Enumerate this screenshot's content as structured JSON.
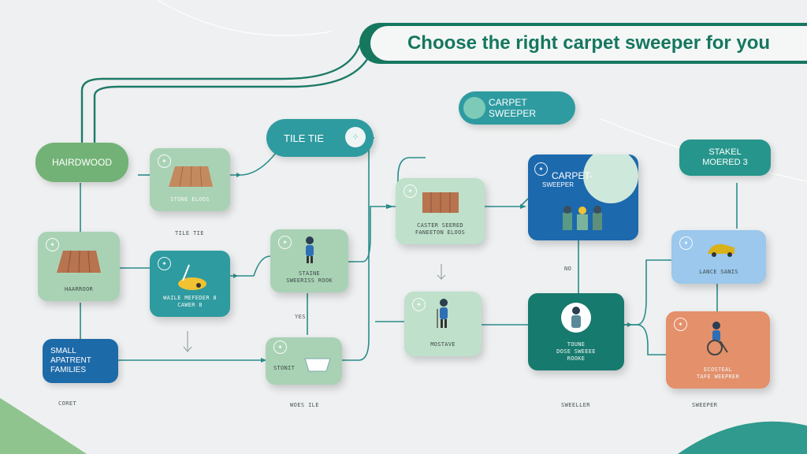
{
  "title": "Choose the right carpet sweeper for you",
  "pills": {
    "hardwood": "HAIRDWOOD",
    "tile": "TILE TIE",
    "carpet_line1": "CARPET",
    "carpet_line2": "SWEEPER",
    "stakel_line1": "STAKEL",
    "stakel_line2": "MOERED 3",
    "small_line1": "SMALL",
    "small_line2": "APATRENT",
    "small_line3": "FAMILIES"
  },
  "nodes": {
    "n1": "STONE ELOOS",
    "n2": "HAARROOR",
    "n3_line1": "WAILE MEFEDER 8",
    "n3_line2": "CAWER 8",
    "n4_line1": "STAINE",
    "n4_line2": "SWEERISS ROOK",
    "n5": "STONIT",
    "n6_line1": "CASTER SEERED",
    "n6_line2": "FANEETON ELOOS",
    "n7": "MOSTAVE",
    "n8_line1": "CARPET-",
    "n8_line2": "SWEEPER",
    "n9_line1": "TOUNE",
    "n9_line2": "DOSE SWEEEE",
    "n9_line3": "ROOKE",
    "n10": "LANCE SANIS",
    "n11_line1": "ECOSTEAL",
    "n11_line2": "TAFE WEEPRER"
  },
  "labels": {
    "l1": "TILE TIE",
    "l2": "YES",
    "l3": "NO",
    "b1": "CORET",
    "b2": "WOES ILE",
    "b3": "SWEELLER",
    "b4": "SWEEPER"
  },
  "colors": {
    "brand": "#16775f",
    "teal": "#2e9ba0",
    "green": "#a9d2b5",
    "blue": "#1c69ad",
    "orange": "#e3906b"
  }
}
